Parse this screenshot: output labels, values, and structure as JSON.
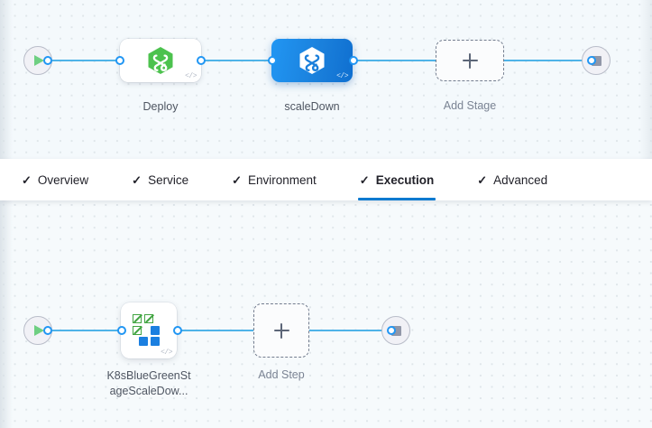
{
  "colors": {
    "accent": "#0b7ad0",
    "wire": "#4fb3e8",
    "port_border": "#2196f3",
    "selected_node": "#1a7fdb",
    "harness_green": "#58c05a",
    "canvas_bg": "#f4f9fc",
    "dot": "#dfe6ea",
    "add_dash": "#737d8f",
    "label_text": "#4f5662"
  },
  "stage_canvas": {
    "name": "pipeline-stage-canvas",
    "start_node": {
      "icon": "play-icon",
      "title": "Pipeline Start"
    },
    "end_node": {
      "icon": "stop-icon",
      "title": "Pipeline End"
    },
    "stages": [
      {
        "id": "deploy",
        "label": "Deploy",
        "icon": "harness-deploy-hexagon-icon",
        "badge": "</>",
        "selected": false
      },
      {
        "id": "scaleDown",
        "label": "scaleDown",
        "icon": "harness-deploy-hexagon-icon",
        "badge": "</>",
        "selected": true
      }
    ],
    "add_stage": {
      "label": "Add Stage",
      "icon": "plus-icon"
    }
  },
  "tabbar": {
    "name": "stage-config-tabs",
    "tabs": [
      {
        "id": "overview",
        "label": "Overview",
        "check": "✓",
        "active": false
      },
      {
        "id": "service",
        "label": "Service",
        "check": "✓",
        "active": false
      },
      {
        "id": "environment",
        "label": "Environment",
        "check": "✓",
        "active": false
      },
      {
        "id": "execution",
        "label": "Execution",
        "check": "✓",
        "active": true
      },
      {
        "id": "advanced",
        "label": "Advanced",
        "check": "✓",
        "active": false
      }
    ]
  },
  "step_canvas": {
    "name": "execution-steps-canvas",
    "start_node": {
      "icon": "play-icon",
      "title": "Execution Start"
    },
    "end_node": {
      "icon": "stop-icon",
      "title": "Execution End"
    },
    "steps": [
      {
        "id": "k8sBlueGreenStageScaleDown",
        "label_line1": "K8sBlueGreenSt",
        "label_line2": "ageScaleDow...",
        "icon": "k8s-scale-down-grid-icon",
        "badge": "</>"
      }
    ],
    "add_step": {
      "label": "Add Step",
      "icon": "plus-icon"
    }
  }
}
